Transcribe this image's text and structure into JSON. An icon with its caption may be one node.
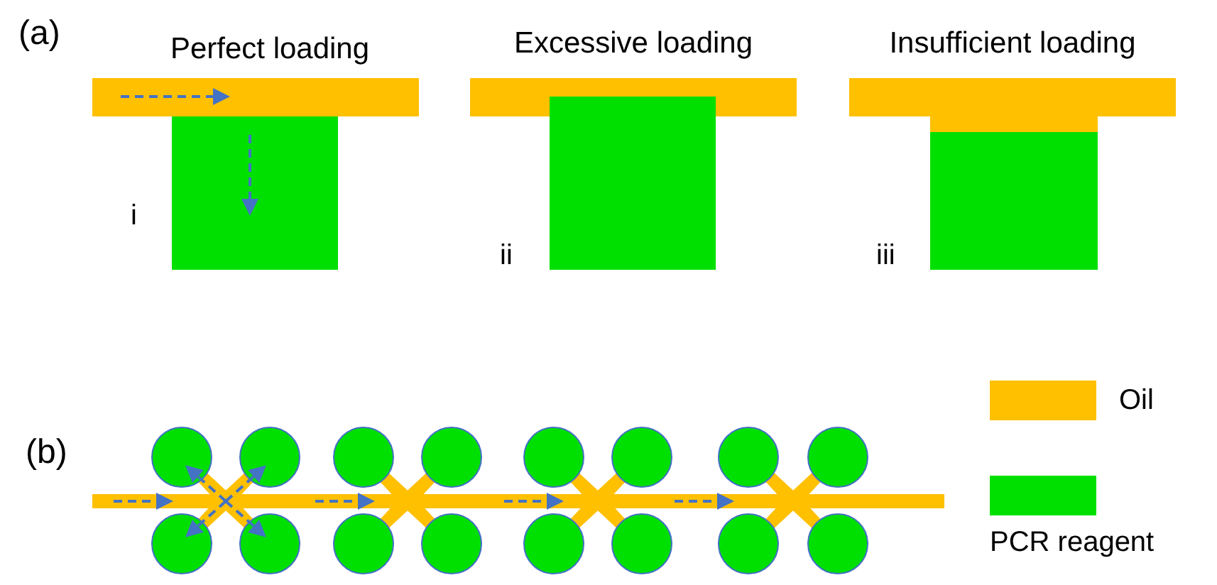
{
  "diagram": {
    "labels": [
      "(a)",
      "Perfect loading",
      "Excessive loading",
      "Insufficient loading",
      "i",
      "ii",
      "iii",
      "(b)"
    ],
    "legend": [
      {
        "text": "Oil",
        "color": "#ffc000"
      },
      {
        "text": "PCR reagent",
        "color": "#00e000"
      }
    ]
  }
}
